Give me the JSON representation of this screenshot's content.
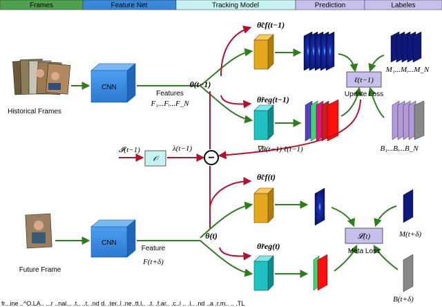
{
  "header": {
    "frames": "Frames",
    "feature_net": "Feature Net",
    "tracking_model": "Tracking Model",
    "prediction": "Prediction",
    "labels": "Labeles",
    "colors": {
      "frames": "#4fa14f",
      "feature_net": "#3a87d8",
      "tracking_model": "#c7f2f2",
      "prediction": "#c8c0ec",
      "labels": "#c8c0ec"
    }
  },
  "top": {
    "historical_frames": "Historical Frames",
    "cnn": "CNN",
    "features_label": "Features",
    "features_math": "F₁...Fᵢ...F_N",
    "theta": "θ(t−1)",
    "theta_cf": "θ̃cf(t−1)",
    "theta_reg": "θ̃reg(t−1)",
    "loss": "ℓ(t−1)",
    "update_loss": "Update Loss",
    "m_labels": "M₁...Mᵢ...M_N",
    "b_labels": "B₁...Bᵢ...B_N",
    "gradient": "∇θ(t−1) ℓ(t−1)"
  },
  "middle": {
    "input": "𝓘(t−1)",
    "optimizer": "𝒪",
    "lambda": "λ(t−1)",
    "minus": "−"
  },
  "bottom": {
    "future_frame": "Future Frame",
    "cnn": "CNN",
    "feature_label": "Feature",
    "feature_math": "F(t+δ)",
    "theta": "θ(t)",
    "theta_cf": "θ̃cf(t)",
    "theta_reg": "θ̃reg(t)",
    "loss": "𝓛(t)",
    "meta_loss": "Meta Loss",
    "m_label": "M(t+δ)",
    "b_label": "B(t+δ)"
  },
  "caption_fragment": "fr...ine  ..^O.LA.. ...r  ..nal...  .t..  ..t. .nd d. .ter..l  .ne..tt.l..  ..t.  .f.ar..  .c..l  .. .l.. .nd  ..a  .r.m..  ..  .TL"
}
